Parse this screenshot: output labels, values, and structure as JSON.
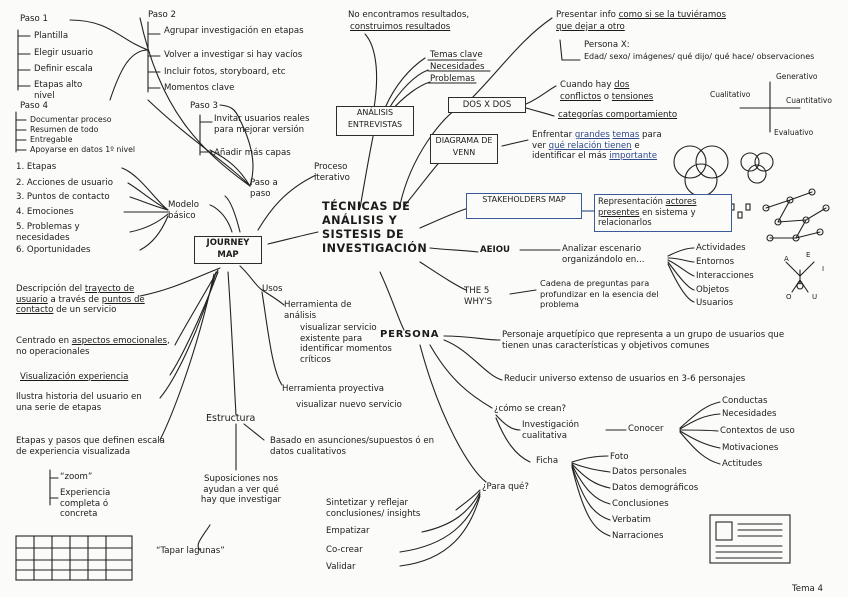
{
  "center": {
    "line1": "TÉCNICAS DE",
    "line2": "ANÁLISIS Y",
    "line3": "SISTESIS DE",
    "line4": "INVESTIGACIÓN"
  },
  "journey": {
    "box": "JOURNEY MAP",
    "proceso": "Proceso iterativo",
    "paso_a_paso": "Paso a paso",
    "modelo": "Modelo básico",
    "paso1": {
      "title": "Paso 1",
      "items": [
        "Plantilla",
        "Elegir usuario",
        "Definir escala",
        "Etapas alto nivel"
      ]
    },
    "paso2": {
      "title": "Paso 2",
      "items": [
        "Agrupar investigación en etapas",
        "Volver a investigar si hay vacíos",
        "Incluir fotos, storyboard, etc",
        "Momentos clave"
      ]
    },
    "paso3": {
      "title": "Paso 3",
      "items": [
        "Invitar usuarios reales para mejorar versión",
        "Añadir más capas"
      ]
    },
    "paso4": {
      "title": "Paso 4",
      "items": [
        "Documentar proceso",
        "Resumen de todo",
        "Entregable",
        "Apoyarse en datos 1º nivel"
      ]
    },
    "modelo_items": [
      "1. Etapas",
      "2. Acciones de usuario",
      "3. Puntos de contacto",
      "4. Emociones",
      "5. Problemas y necesidades",
      "6. Oportunidades"
    ],
    "desc": {
      "a": "Descripción del ",
      "a_u": "trayecto de usuario",
      "b": " a través de ",
      "b_u": "puntos de contacto",
      "c": " de un servicio"
    },
    "centrado": {
      "a": "Centrado en ",
      "a_u": "aspectos emocionales",
      "b": ", no operacionales"
    },
    "visualizacion": "Visualización experiencia",
    "ilustra": "Ilustra historia del usuario en una serie de etapas",
    "etapas": "Etapas y pasos que definen escala de experiencia visualizada",
    "zoom": "“zoom”",
    "experiencia": "Experiencia completa ó concreta",
    "usos": "Usos",
    "herr_analisis": "Herramienta de análisis",
    "visualizar_servicio": "visualizar servicio existente para identificar momentos críticos",
    "herr_proyectiva": "Herramienta proyectiva",
    "visualizar_nuevo": "visualizar nuevo servicio",
    "estructura": "Estructura",
    "basado": "Basado en asunciones/supuestos ó en datos cualitativos",
    "suposiciones": "Suposiciones nos ayudan a ver qué hay que investigar",
    "tapar": "“Tapar lagunas”"
  },
  "analisis": {
    "box": "ANÁLISIS ENTREVISTAS",
    "no_encontramos": "No encontramos resultados,",
    "construimos": "construimos resultados",
    "temas": "Temas clave",
    "necesidades": "Necesidades",
    "problemas": "Problemas"
  },
  "presentar": {
    "a": "Presentar info ",
    "a_u": "como si se la tuviéramos",
    "b_u": "que dejar a otro"
  },
  "personax": {
    "title": "Persona X:",
    "desc": "Edad/ sexo/ imágenes/ qué dijo/ qué hace/ observaciones"
  },
  "dosxdos": {
    "box": "DOS X DOS",
    "cuando": "Cuando hay ",
    "dos": "dos",
    "conflictos": "conflictos",
    "o": " o ",
    "tensiones": "tensiones",
    "categorias": "categorías comportamiento"
  },
  "axes": {
    "generativo": "Generativo",
    "cualitativo": "Cualitativo",
    "cuantitativo": "Cuantitativo",
    "evaluativo": "Evaluativo"
  },
  "venn": {
    "box": "DIAGRAMA DE VENN",
    "a": "Enfrentar ",
    "grandes": "grandes",
    "temas": "temas",
    "b": " para ver ",
    "que_rel": "qué relación tienen",
    "c": " e identificar el más ",
    "importante": "importante"
  },
  "stake": {
    "box": "STAKEHOLDERS MAP",
    "a": "Representación ",
    "actores": "actores presentes",
    "b": " en sistema y relacionarlos"
  },
  "aeiou": {
    "box": "AEIOU",
    "desc": "Analizar escenario organizándolo en...",
    "items": [
      "Actividades",
      "Entornos",
      "Interacciones",
      "Objetos",
      "Usuarios"
    ],
    "letters": [
      "A",
      "E",
      "I",
      "O",
      "U"
    ]
  },
  "whys": {
    "box": "THE 5 WHY'S",
    "desc": "Cadena de preguntas para profundizar en la esencia del problema"
  },
  "persona": {
    "box": "PERSONA",
    "arquetipico": "Personaje arquetípico que representa a un grupo de usuarios que tienen unas características y objetivos comunes",
    "reducir": "Reducir universo extenso de usuarios en 3-6 personajes",
    "como": "¿cómo se crean?",
    "investigacion": "Investigación cualitativa",
    "conocer": "Conocer",
    "conocer_items": [
      "Conductas",
      "Necesidades",
      "Contextos de uso",
      "Motivaciones",
      "Actitudes"
    ],
    "ficha": "Ficha",
    "ficha_items": [
      "Foto",
      "Datos personales",
      "Datos demográficos",
      "Conclusiones",
      "Verbatim",
      "Narraciones"
    ],
    "para_que": "¿Para qué?",
    "para_items": [
      "Sintetizar y reflejar conclusiones/ insights",
      "Empatizar",
      "Co-crear",
      "Validar"
    ]
  },
  "tema": "Tema 4"
}
